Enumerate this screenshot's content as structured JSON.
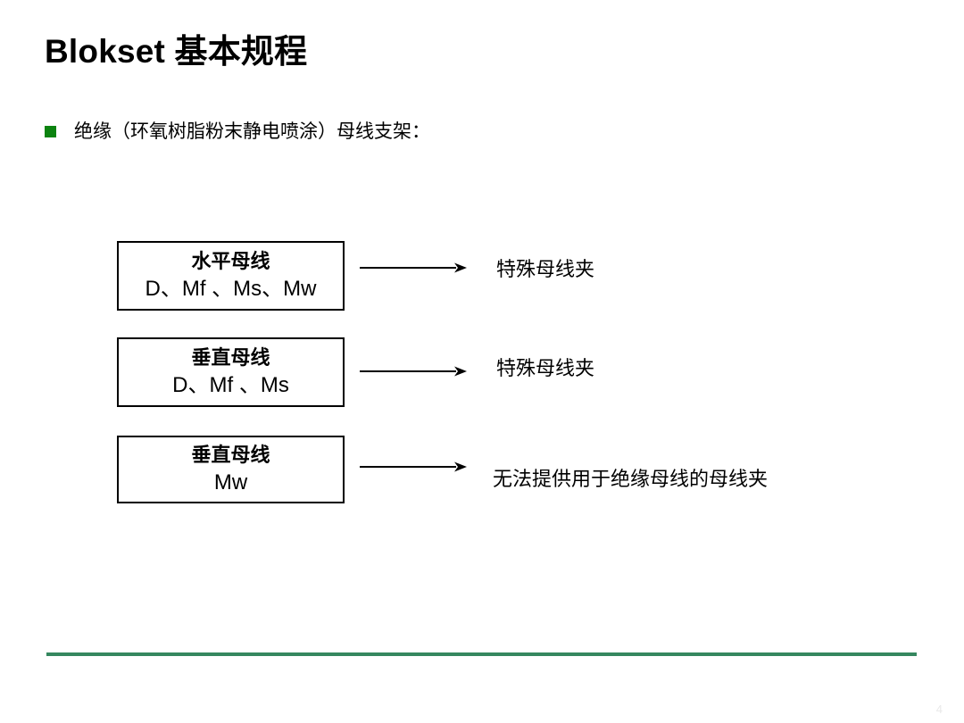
{
  "slide": {
    "title": "Blokset 基本规程",
    "bullet": {
      "marker": "green-square-bullet",
      "text": "绝缘（环氧树脂粉末静电喷涂）母线支架："
    },
    "footer": {
      "rule_color": "#35875f",
      "page_number": "4"
    },
    "accent_colors": {
      "bullet_green": "#0c8310",
      "rule_green": "#35875f",
      "text_black": "#000000"
    }
  },
  "diagram": {
    "type": "flow",
    "rows": [
      {
        "box_title": "水平母线",
        "box_subtitle": "D、Mf 、Ms、Mw",
        "arrow": "arrow-right",
        "label": "特殊母线夹"
      },
      {
        "box_title": "垂直母线",
        "box_subtitle": "D、Mf 、Ms",
        "arrow": "arrow-right",
        "label": "特殊母线夹"
      },
      {
        "box_title": "垂直母线",
        "box_subtitle": "Mw",
        "arrow": "arrow-right",
        "label": "无法提供用于绝缘母线的母线夹"
      }
    ]
  }
}
